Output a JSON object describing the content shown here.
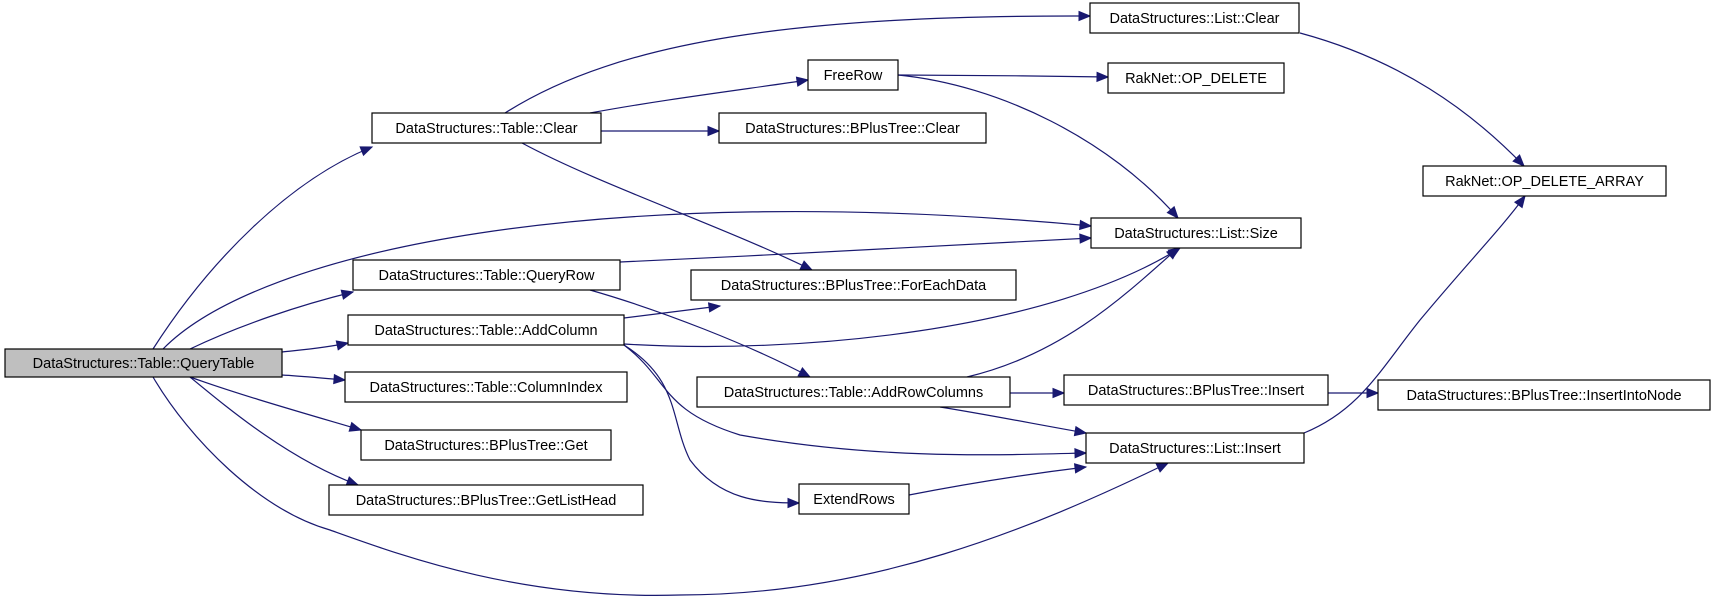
{
  "diagram": {
    "colors": {
      "edge": "#191970",
      "node_border": "#000000",
      "node_fill": "#ffffff",
      "root_fill": "#bfbfbf",
      "text": "#000000",
      "background": "#ffffff"
    },
    "nodes": [
      {
        "id": "querytable",
        "label": "DataStructures::Table::QueryTable",
        "root": true
      },
      {
        "id": "table_clear",
        "label": "DataStructures::Table::Clear"
      },
      {
        "id": "queryrow",
        "label": "DataStructures::Table::QueryRow"
      },
      {
        "id": "addcolumn",
        "label": "DataStructures::Table::AddColumn"
      },
      {
        "id": "columnindex",
        "label": "DataStructures::Table::ColumnIndex"
      },
      {
        "id": "bpt_get",
        "label": "DataStructures::BPlusTree::Get"
      },
      {
        "id": "bpt_getlisthead",
        "label": "DataStructures::BPlusTree::GetListHead"
      },
      {
        "id": "list_clear",
        "label": "DataStructures::List::Clear"
      },
      {
        "id": "freerow",
        "label": "FreeRow"
      },
      {
        "id": "bpt_clear",
        "label": "DataStructures::BPlusTree::Clear"
      },
      {
        "id": "bpt_foreachdata",
        "label": "DataStructures::BPlusTree::ForEachData"
      },
      {
        "id": "addrowcolumns",
        "label": "DataStructures::Table::AddRowColumns"
      },
      {
        "id": "extendrows",
        "label": "ExtendRows"
      },
      {
        "id": "op_delete",
        "label": "RakNet::OP_DELETE"
      },
      {
        "id": "list_size",
        "label": "DataStructures::List::Size"
      },
      {
        "id": "bpt_insert",
        "label": "DataStructures::BPlusTree::Insert"
      },
      {
        "id": "list_insert",
        "label": "DataStructures::List::Insert"
      },
      {
        "id": "op_delete_array",
        "label": "RakNet::OP_DELETE_ARRAY"
      },
      {
        "id": "bpt_insertintonode",
        "label": "DataStructures::BPlusTree::InsertIntoNode"
      }
    ],
    "edges": [
      {
        "from": "querytable",
        "to": "table_clear"
      },
      {
        "from": "querytable",
        "to": "list_size"
      },
      {
        "from": "querytable",
        "to": "queryrow"
      },
      {
        "from": "querytable",
        "to": "addcolumn"
      },
      {
        "from": "querytable",
        "to": "columnindex"
      },
      {
        "from": "querytable",
        "to": "bpt_get"
      },
      {
        "from": "querytable",
        "to": "bpt_getlisthead"
      },
      {
        "from": "querytable",
        "to": "list_insert"
      },
      {
        "from": "table_clear",
        "to": "list_clear"
      },
      {
        "from": "table_clear",
        "to": "freerow"
      },
      {
        "from": "table_clear",
        "to": "bpt_clear"
      },
      {
        "from": "table_clear",
        "to": "bpt_foreachdata"
      },
      {
        "from": "freerow",
        "to": "op_delete"
      },
      {
        "from": "freerow",
        "to": "list_size"
      },
      {
        "from": "list_clear",
        "to": "op_delete_array"
      },
      {
        "from": "queryrow",
        "to": "list_size"
      },
      {
        "from": "queryrow",
        "to": "addrowcolumns"
      },
      {
        "from": "addcolumn",
        "to": "bpt_foreachdata"
      },
      {
        "from": "addcolumn",
        "to": "list_size"
      },
      {
        "from": "addcolumn",
        "to": "list_insert"
      },
      {
        "from": "addcolumn",
        "to": "extendrows"
      },
      {
        "from": "addrowcolumns",
        "to": "list_size"
      },
      {
        "from": "addrowcolumns",
        "to": "bpt_insert"
      },
      {
        "from": "addrowcolumns",
        "to": "list_insert"
      },
      {
        "from": "extendrows",
        "to": "list_insert"
      },
      {
        "from": "bpt_insert",
        "to": "bpt_insertintonode"
      },
      {
        "from": "list_insert",
        "to": "op_delete_array"
      }
    ]
  }
}
